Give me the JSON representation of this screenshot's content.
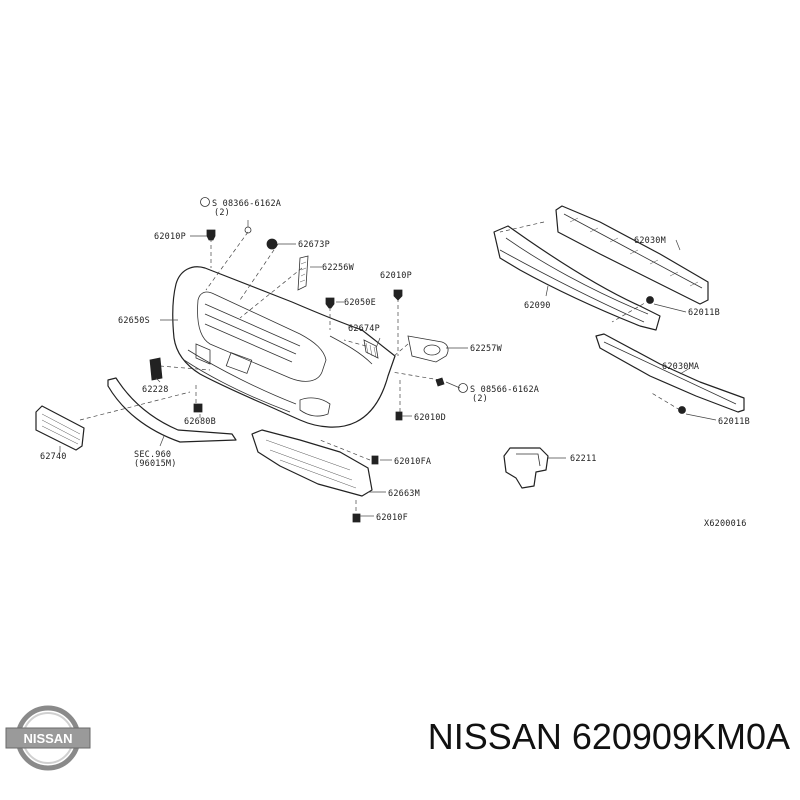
{
  "diagram": {
    "labels": {
      "bolt_top": "S 08366-6162A",
      "bolt_top_qty": "(2)",
      "p62010P_left": "62010P",
      "p62673P": "62673P",
      "p62256W": "62256W",
      "p62010P_mid": "62010P",
      "p62050E": "62050E",
      "p62650S": "62650S",
      "p62674P": "62674P",
      "p62257W": "62257W",
      "p62228": "62228",
      "bolt_mid": "S 08566-6162A",
      "bolt_mid_qty": "(2)",
      "p62680B": "62680B",
      "p62010D": "62010D",
      "p62740": "62740",
      "sec960": "SEC.960",
      "sec960_sub": "(96015M)",
      "p62010FA": "62010FA",
      "p62663M": "62663M",
      "p62010F": "62010F",
      "p62030M": "62030M",
      "p62090": "62090",
      "p62011B_top": "62011B",
      "p62030MA": "62030MA",
      "p62011B_bottom": "62011B",
      "p62211": "62211",
      "ref_code": "X6200016"
    }
  },
  "brand": {
    "logo_text": "NISSAN",
    "title": "NISSAN 620909KM0A"
  }
}
